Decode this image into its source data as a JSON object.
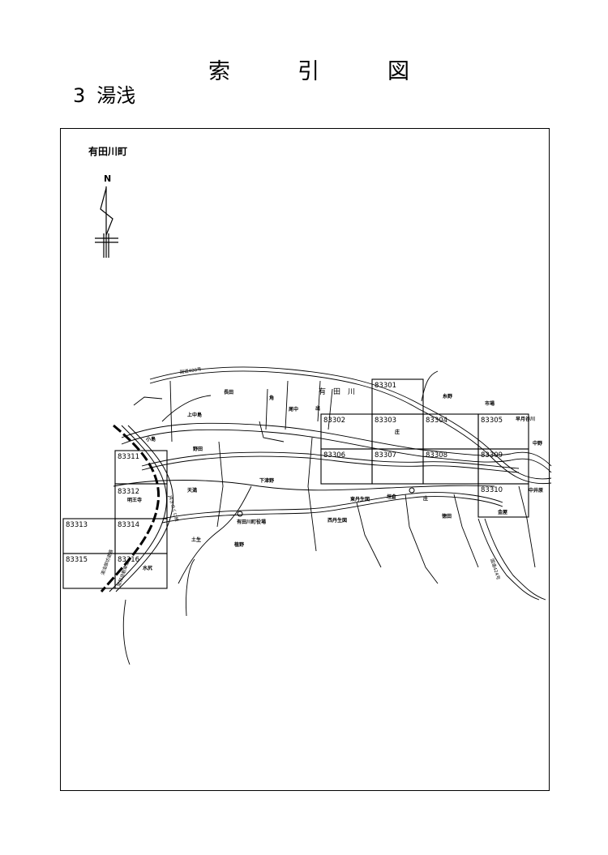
{
  "title": {
    "chars": [
      "索",
      "引",
      "図"
    ]
  },
  "subtitle": {
    "number": "3",
    "name": "湯浅"
  },
  "town": "有田川町",
  "north": "N",
  "road_label": "国道480号",
  "road_label_2": "国道424号",
  "rail_label_1": "JRきのくに線",
  "rail_label_2": "阪和自動車道",
  "rail_label_3": "湯浅御坊道路",
  "tiles": [
    {
      "id": "83301"
    },
    {
      "id": "83302"
    },
    {
      "id": "83303"
    },
    {
      "id": "83304"
    },
    {
      "id": "83305"
    },
    {
      "id": "83306"
    },
    {
      "id": "83307"
    },
    {
      "id": "83308"
    },
    {
      "id": "83309"
    },
    {
      "id": "83310"
    },
    {
      "id": "83311"
    },
    {
      "id": "83312"
    },
    {
      "id": "83313"
    },
    {
      "id": "83314"
    },
    {
      "id": "83315"
    },
    {
      "id": "83316"
    }
  ],
  "places": [
    {
      "name": "長田"
    },
    {
      "name": "角"
    },
    {
      "name": "尾中"
    },
    {
      "name": "出"
    },
    {
      "name": "有　田　川"
    },
    {
      "name": "糸野"
    },
    {
      "name": "市場"
    },
    {
      "name": "上中島"
    },
    {
      "name": "小島"
    },
    {
      "name": "早月谷川"
    },
    {
      "name": "庄"
    },
    {
      "name": "中野"
    },
    {
      "name": "野田"
    },
    {
      "name": "下津野"
    },
    {
      "name": "天満"
    },
    {
      "name": "明王寺"
    },
    {
      "name": "東丹生図"
    },
    {
      "name": "垣倉"
    },
    {
      "name": "庄"
    },
    {
      "name": "中井原"
    },
    {
      "name": "有田川町役場"
    },
    {
      "name": "西丹生図"
    },
    {
      "name": "徳田"
    },
    {
      "name": "金屋"
    },
    {
      "name": "土生"
    },
    {
      "name": "植野"
    },
    {
      "name": "水尻"
    }
  ]
}
